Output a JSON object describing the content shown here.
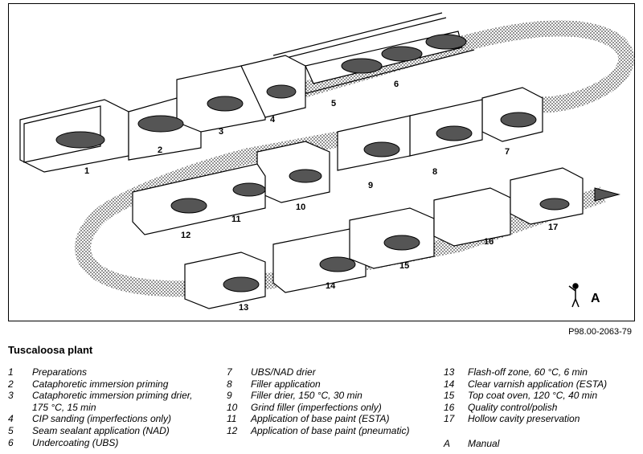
{
  "reference": "P98.00-2063-79",
  "title": "Tuscaloosa plant",
  "stage_numbers": [
    "1",
    "2",
    "3",
    "4",
    "5",
    "6",
    "7",
    "8",
    "9",
    "10",
    "11",
    "12",
    "13",
    "14",
    "15",
    "16",
    "17"
  ],
  "manual_marker": "A",
  "legend": {
    "col1": [
      {
        "num": "1",
        "text": "Preparations"
      },
      {
        "num": "2",
        "text": "Cataphoretic immersion priming"
      },
      {
        "num": "3",
        "text": "Cataphoretic immersion priming drier,",
        "cont": "175 °C, 15 min"
      },
      {
        "num": "4",
        "text": "CIP sanding (imperfections only)"
      },
      {
        "num": "5",
        "text": "Seam sealant application (NAD)"
      },
      {
        "num": "6",
        "text": "Undercoating (UBS)"
      }
    ],
    "col2": [
      {
        "num": "7",
        "text": "UBS/NAD drier"
      },
      {
        "num": "8",
        "text": "Filler application"
      },
      {
        "num": "9",
        "text": "Filler drier, 150 °C, 30 min"
      },
      {
        "num": "10",
        "text": "Grind filler (imperfections only)"
      },
      {
        "num": "11",
        "text": "Application of base paint (ESTA)"
      },
      {
        "num": "12",
        "text": "Application of base paint (pneumatic)"
      }
    ],
    "col3": [
      {
        "num": "13",
        "text": "Flash-off zone, 60 °C, 6 min"
      },
      {
        "num": "14",
        "text": "Clear varnish application (ESTA)"
      },
      {
        "num": "15",
        "text": "Top coat oven, 120 °C, 40 min"
      },
      {
        "num": "16",
        "text": "Quality control/polish"
      },
      {
        "num": "17",
        "text": "Hollow cavity preservation"
      }
    ],
    "manual": {
      "num": "A",
      "text": "Manual"
    }
  }
}
